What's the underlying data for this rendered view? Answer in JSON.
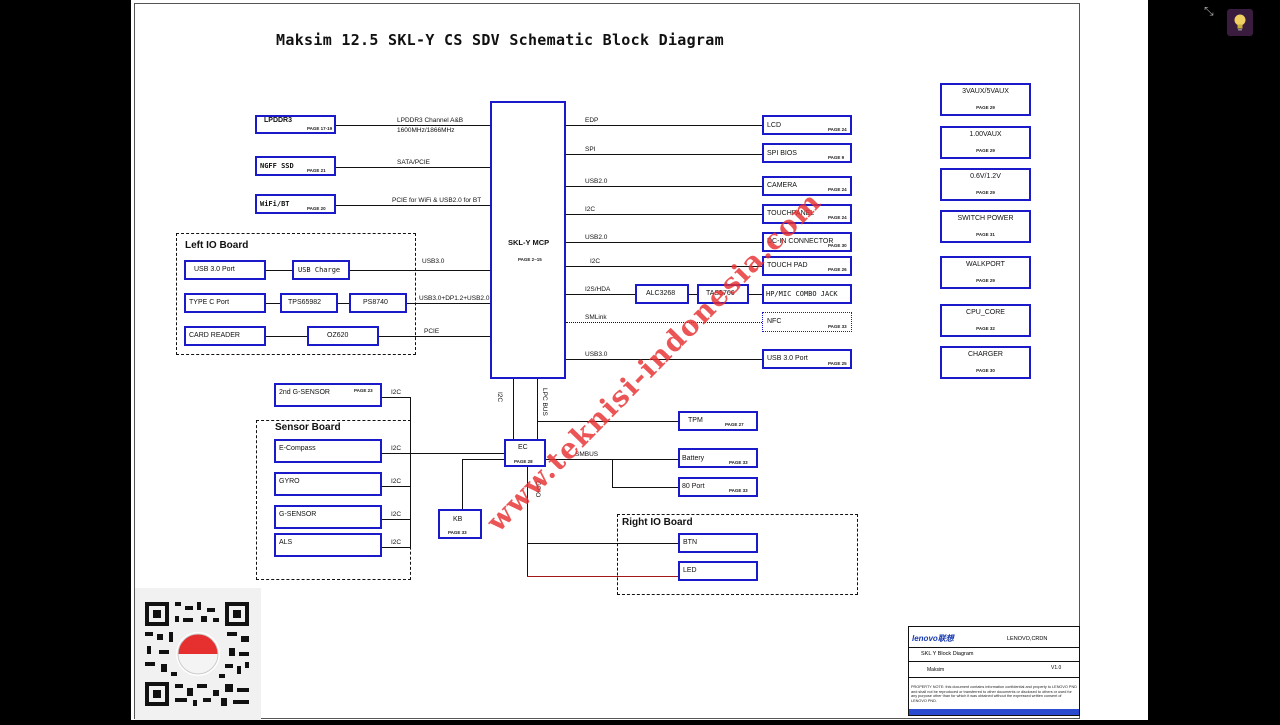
{
  "title": "Maksim  12.5 SKL-Y  CS SDV Schematic Block Diagram",
  "watermark": "www.teknisi-indonesia.com",
  "cpu": {
    "label": "SKL-Y MCP",
    "page": "PAGE 2~15"
  },
  "left_boxes": {
    "lpddr3": {
      "label": "LPDDR3",
      "page": "PAGE 17-19"
    },
    "ngff": {
      "label": "NGFF SSD",
      "page": "PAGE 21"
    },
    "wifi": {
      "label": "WiFi/BT",
      "page": "PAGE 20"
    }
  },
  "left_signals": {
    "lpddr3_1": "LPDDR3 Channel A&B",
    "lpddr3_2": "1600MHz/1866MHz",
    "sata": "SATA/PCIE",
    "wifi": "PCIE for WiFi & USB2.0 for BT",
    "usb30": "USB3.0",
    "typec": "USB3.0+DP1.2+USB2.0",
    "pcie": "PCIE"
  },
  "left_io": {
    "title": "Left  IO Board",
    "usb30_port": "USB 3.0 Port",
    "usb_charge": "USB Charge",
    "typec_port": "TYPE  C  Port",
    "tps": "TPS65982",
    "ps": "PS8740",
    "card_reader": "CARD READER",
    "oz": "OZ620"
  },
  "right_boxes": {
    "lcd": {
      "label": "LCD",
      "page": "PAGE 24",
      "signal": "EDP"
    },
    "spi": {
      "label": "SPI BIOS",
      "page": "PAGE 9",
      "signal": "SPI"
    },
    "camera": {
      "label": "CAMERA",
      "page": "PAGE 24",
      "signal": "USB2.0"
    },
    "touchpanel": {
      "label": "TOUCHPANEL",
      "page": "PAGE 24",
      "signal": "I2C"
    },
    "dcin": {
      "label": "DC-IN CONNECTOR",
      "page": "PAGE 30",
      "signal": "USB2.0"
    },
    "touchpad": {
      "label": "TOUCH PAD",
      "page": "PAGE 26",
      "signal": "I2C"
    },
    "hp": {
      "label": "HP/MIC COMBO JACK",
      "signal": "I2S/HDA"
    },
    "alc": {
      "label": "ALC3268"
    },
    "tas": {
      "label": "TAS5766"
    },
    "nfc": {
      "label": "NFC",
      "page": "PAGE 33",
      "signal": "SMLink"
    },
    "usb30port": {
      "label": "USB 3.0 Port",
      "page": "PAGE 25",
      "signal": "USB3.0"
    }
  },
  "power": [
    {
      "label": "3VAUX/5VAUX",
      "page": "PAGE 29"
    },
    {
      "label": "1.00VAUX",
      "page": "PAGE 29"
    },
    {
      "label": "0.6V/1.2V",
      "page": "PAGE 29"
    },
    {
      "label": "SWITCH POWER",
      "page": "PAGE 31"
    },
    {
      "label": "WALKPORT",
      "page": "PAGE 29"
    },
    {
      "label": "CPU_CORE",
      "page": "PAGE 32"
    },
    {
      "label": "CHARGER",
      "page": "PAGE 30"
    }
  ],
  "ec": {
    "label": "EC",
    "page": "PAGE 28",
    "i2c": "I2C",
    "lpc": "LPC BUS",
    "smbus": "SMBUS",
    "gpio": "GPIO"
  },
  "tpm": {
    "label": "TPM",
    "page": "PAGE 27"
  },
  "battery": {
    "label": "Battery",
    "page": "PAGE 33"
  },
  "port80": {
    "label": "80 Port",
    "page": "PAGE 33"
  },
  "kb": {
    "label": "KB",
    "page": "PAGE 33"
  },
  "sensor": {
    "title": "Sensor Board",
    "gsensor2": {
      "label": "2nd G-SENSOR",
      "page": "PAGE 23"
    },
    "ecompass": "E-Compass",
    "gyro": "GYRO",
    "gsensor": "G-SENSOR",
    "als": "ALS",
    "i2c": "I2C"
  },
  "right_io": {
    "title": "Right  IO Board",
    "btn": "BTN",
    "led": "LED"
  },
  "titleblock": {
    "logo": "lenovo联想",
    "company": "LENOVO,CRDN",
    "title": "SKL Y Block Diagram",
    "doc": "Maksim",
    "rev": "V1.0",
    "note": "PROPERTY NOTE: this document contains information confidential and property to LENOVO PND and shall not be reproduced or transferred to other documents or disclosed to others or used for any purpose other than for which it was obtained without the expressed written consent of LENOVO PND."
  },
  "colors": {
    "box_border": "#1a1acb",
    "watermark": "#e83030",
    "background": "#000000",
    "sheet": "#ffffff"
  }
}
